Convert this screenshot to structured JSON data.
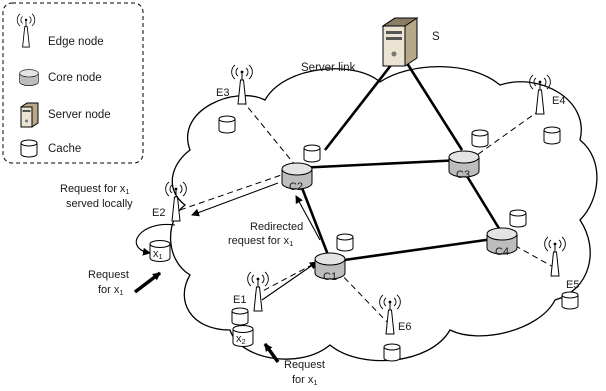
{
  "legend": {
    "items": [
      {
        "label": "Edge node",
        "icon": "edge-node-icon"
      },
      {
        "label": "Core node",
        "icon": "core-node-icon"
      },
      {
        "label": "Server node",
        "icon": "server-node-icon"
      },
      {
        "label": "Cache",
        "icon": "cache-icon"
      }
    ]
  },
  "server": {
    "label": "S"
  },
  "server_link_label": "Server link",
  "core_nodes": {
    "c1": "C1",
    "c2": "C2",
    "c3": "C3",
    "c4": "C4"
  },
  "edge_nodes": {
    "e1": "E1",
    "e2": "E2",
    "e3": "E3",
    "e4": "E4",
    "e5": "E5",
    "e6": "E6"
  },
  "caches": {
    "x1": "x",
    "x1_sub": "1",
    "x2": "x",
    "x2_sub": "2"
  },
  "annotations": {
    "served_line1_a": "Request for x",
    "served_line1_sub": "1",
    "served_line2": "served locally",
    "redirected_line1": "Redirected",
    "redirected_line2_a": "request for x",
    "redirected_line2_sub": "1",
    "req_left_line1": "Request",
    "req_left_line2_a": "for x",
    "req_left_line2_sub": "1",
    "req_bottom_line1": "Request",
    "req_bottom_line2_a": "for x",
    "req_bottom_line2_sub": "1"
  },
  "colors": {
    "core_fill": "#c9c9c9",
    "server_fill": "#d9c9a8",
    "line": "#000000"
  }
}
